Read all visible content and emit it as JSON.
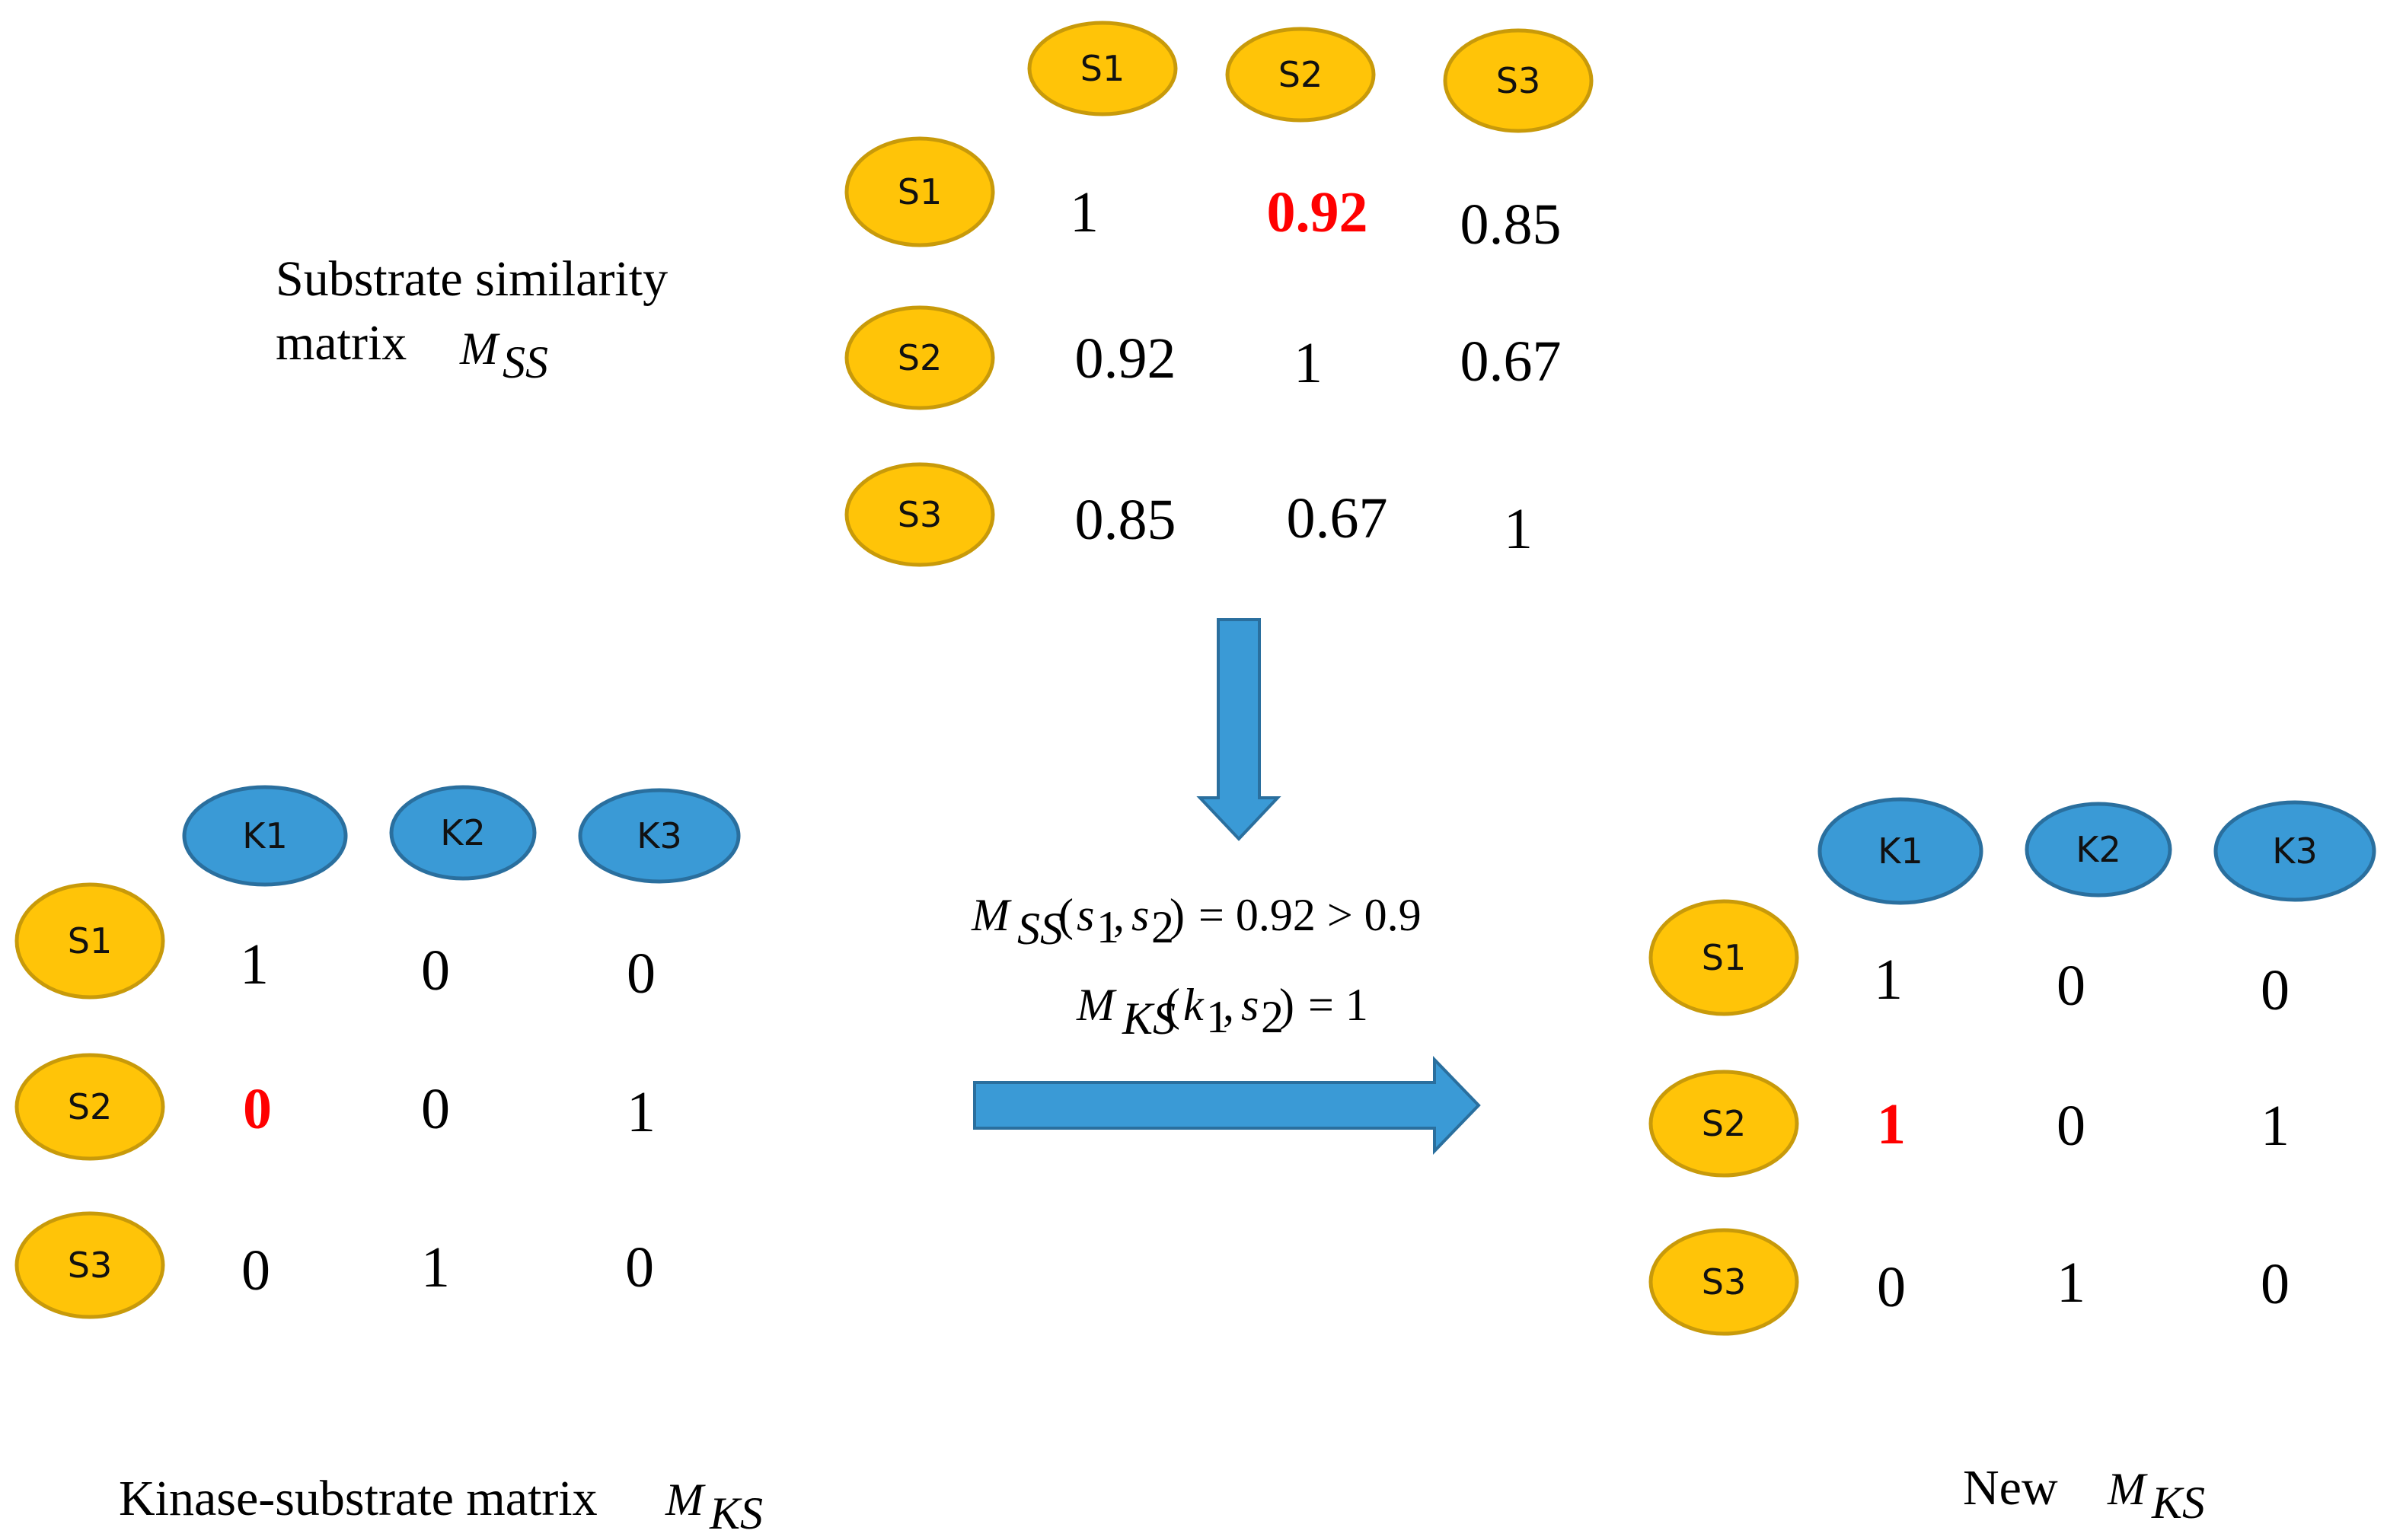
{
  "colors": {
    "substrate_fill": "#FFC408",
    "kinase_fill": "#3A9AD6",
    "arrow_fill": "#3A9AD6",
    "highlight": "#FF0000"
  },
  "similarity_matrix": {
    "caption_line1": "Substrate similarity",
    "caption_line2": "matrix",
    "symbol": "M",
    "symbol_sub": "SS",
    "col_headers": [
      "S1",
      "S2",
      "S3"
    ],
    "row_headers": [
      "S1",
      "S2",
      "S3"
    ],
    "rows": [
      [
        "1",
        "0.92",
        "0.85"
      ],
      [
        "0.92",
        "1",
        "0.67"
      ],
      [
        "0.85",
        "0.67",
        "1"
      ]
    ],
    "highlight_cell": "row 1, column 2"
  },
  "kinase_matrix": {
    "caption": "Kinase-substrate matrix",
    "symbol": "M",
    "symbol_sub": "KS",
    "col_headers": [
      "K1",
      "K2",
      "K3"
    ],
    "row_headers": [
      "S1",
      "S2",
      "S3"
    ],
    "rows": [
      [
        "1",
        "0",
        "0"
      ],
      [
        "0",
        "0",
        "1"
      ],
      [
        "0",
        "1",
        "0"
      ]
    ],
    "highlight_cell": "row 2, column 1"
  },
  "new_matrix": {
    "caption": "New",
    "symbol": "M",
    "symbol_sub": "KS",
    "col_headers": [
      "K1",
      "K2",
      "K3"
    ],
    "row_headers": [
      "S1",
      "S2",
      "S3"
    ],
    "rows": [
      [
        "1",
        "0",
        "0"
      ],
      [
        "1",
        "0",
        "1"
      ],
      [
        "0",
        "1",
        "0"
      ]
    ],
    "highlight_cell": "row 2, column 1"
  },
  "rule": {
    "line1": {
      "symbol": "M",
      "symbol_sub": "SS",
      "open": "(",
      "arg1": "s",
      "arg1_sub": "1",
      "comma": ",",
      "arg2": "s",
      "arg2_sub": "2",
      "close": ")",
      "relation": "= 0.92 > 0.9"
    },
    "line2": {
      "symbol": "M",
      "symbol_sub": "KS",
      "open": "(",
      "arg1": "k",
      "arg1_sub": "1",
      "comma": ",",
      "arg2": "s",
      "arg2_sub": "2",
      "close": ")",
      "relation": "= 1"
    }
  }
}
